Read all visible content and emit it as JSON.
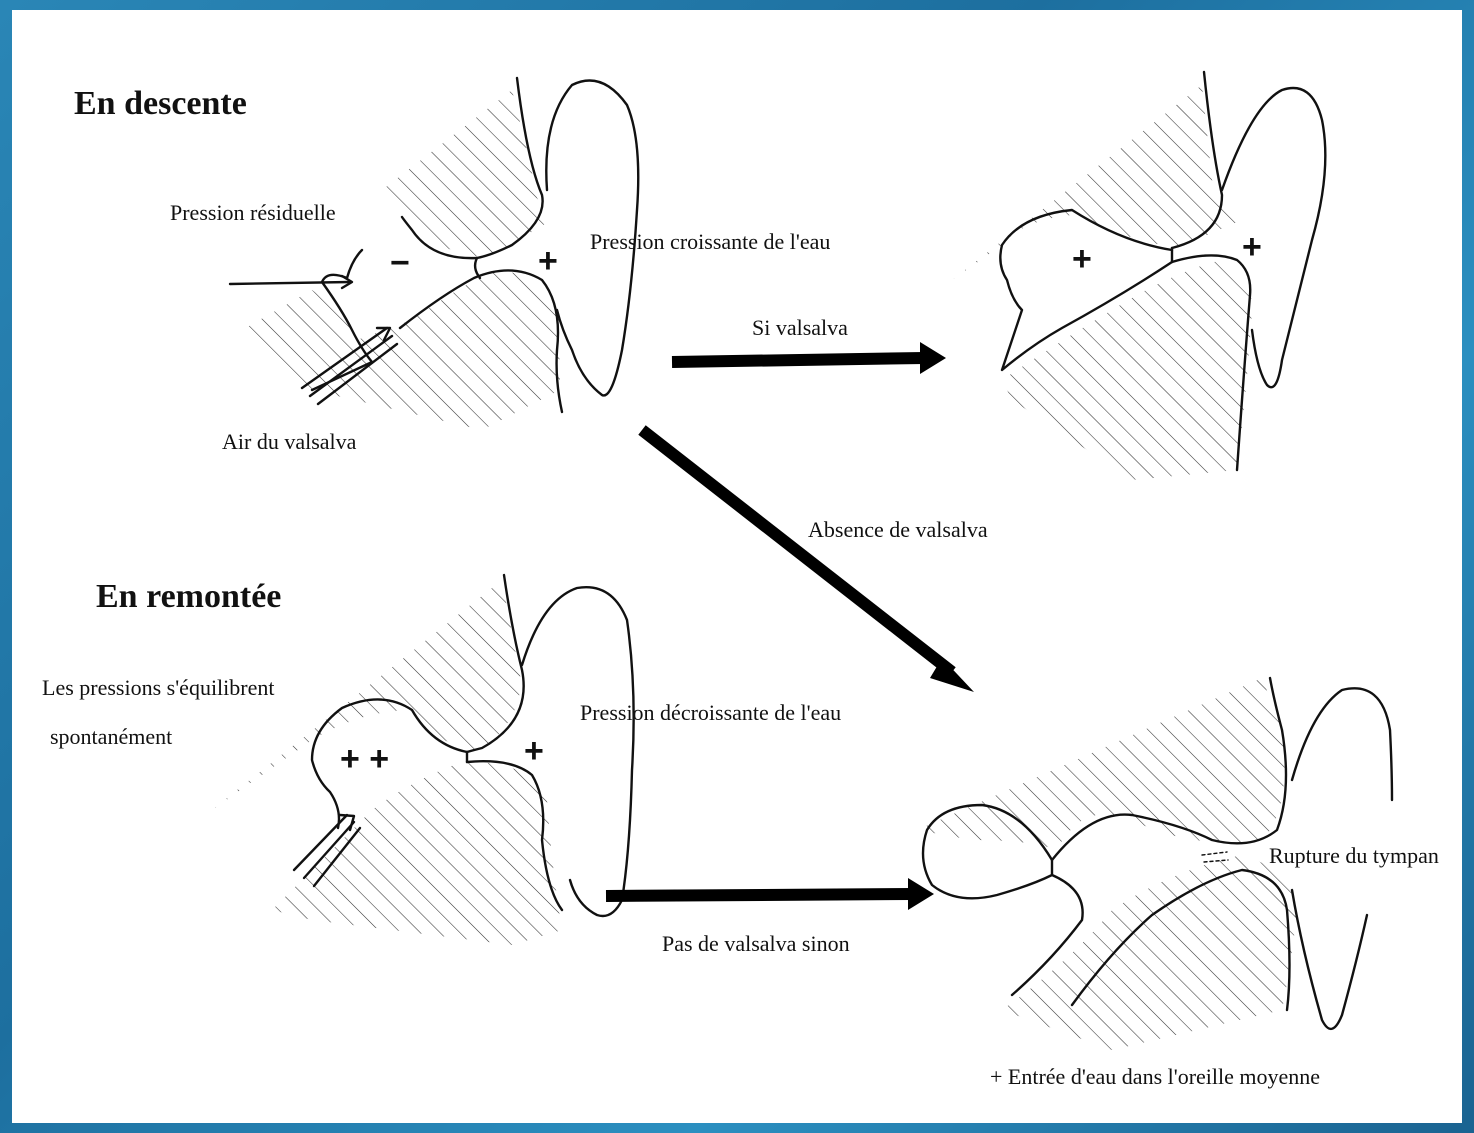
{
  "headings": {
    "descent": "En descente",
    "ascent": "En remontée"
  },
  "labels": {
    "residual_pressure": "Pression résiduelle",
    "increasing_water_pressure": "Pression croissante de l'eau",
    "valsalva_air": "Air du valsalva",
    "if_valsalva": "Si valsalva",
    "no_valsalva": "Absence de valsalva",
    "pressures_balance_line1": "Les pressions s'équilibrent",
    "pressures_balance_line2": "spontanément",
    "decreasing_water_pressure": "Pression décroissante de l'eau",
    "no_valsalva_otherwise": "Pas de valsalva sinon",
    "eardrum_rupture": "Rupture du tympan",
    "water_entry": "+ Entrée d'eau dans l'oreille moyenne"
  },
  "signs": {
    "minus": "−",
    "plus": "+",
    "double_plus": "+ +"
  }
}
